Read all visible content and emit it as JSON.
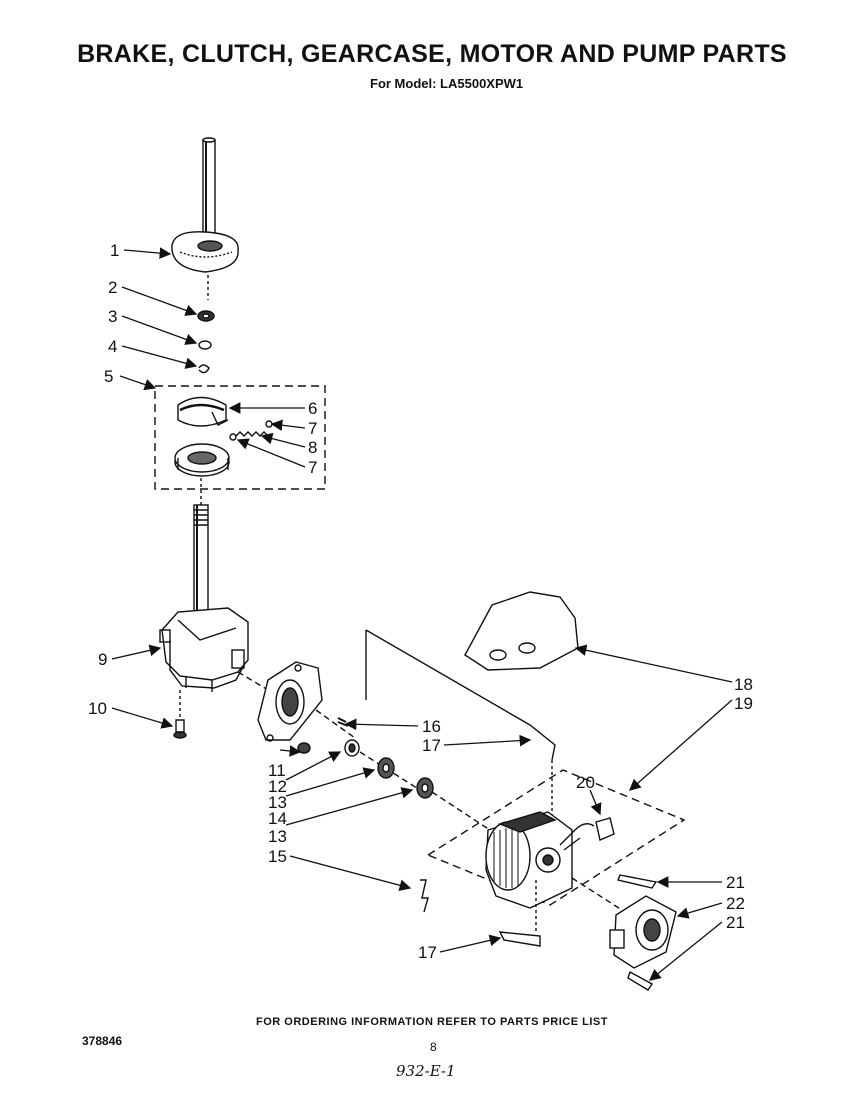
{
  "title": "BRAKE, CLUTCH, GEARCASE, MOTOR AND PUMP PARTS",
  "subtitle": "For Model: LA5500XPW1",
  "footer_note": "FOR ORDERING INFORMATION REFER TO PARTS PRICE LIST",
  "doc_number": "378846",
  "page_number": "8",
  "handwritten_note": "932-E-1",
  "callouts": [
    "1",
    "2",
    "3",
    "4",
    "5",
    "6",
    "7",
    "8",
    "7",
    "9",
    "10",
    "11",
    "12",
    "13",
    "14",
    "13",
    "15",
    "16",
    "17",
    "17",
    "18",
    "19",
    "20",
    "21",
    "22",
    "21"
  ]
}
